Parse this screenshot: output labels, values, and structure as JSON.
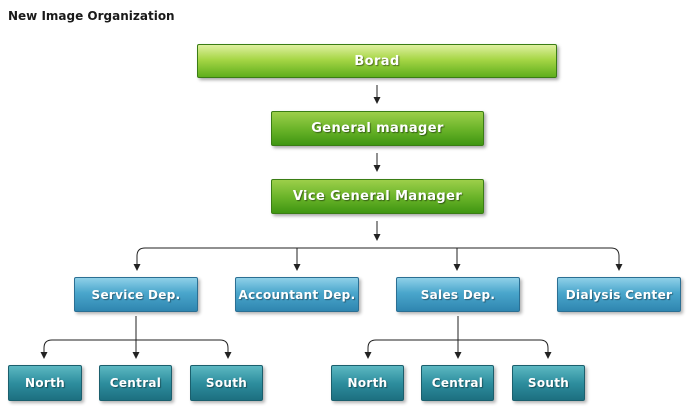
{
  "title": "New Image Organization",
  "nodes": {
    "board": "Borad",
    "general_manager": "General manager",
    "vice_general_manager": "Vice General Manager",
    "departments": [
      "Service Dep.",
      "Accountant Dep.",
      "Sales Dep.",
      "Dialysis Center"
    ],
    "service_regions": [
      "North",
      "Central",
      "South"
    ],
    "sales_regions": [
      "North",
      "Central",
      "South"
    ]
  },
  "colors": {
    "top_level": "#6cb52a",
    "department": "#4aa6cc",
    "region": "#2e8e9e",
    "connector": "#222222"
  }
}
